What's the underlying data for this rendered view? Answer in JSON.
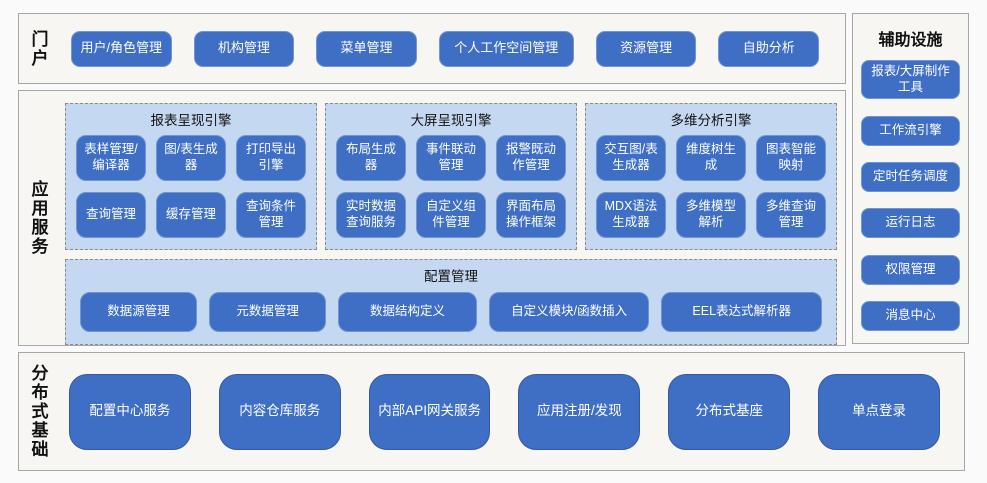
{
  "colors": {
    "button_blue": "#3e6fc4",
    "group_bg": "#c5d8f1",
    "section_bg": "#f7f6f2",
    "section_border": "#a6a6a6",
    "text_on_button": "#ffffff"
  },
  "portal": {
    "label": "门户",
    "items": [
      "用户/角色管理",
      "机构管理",
      "菜单管理",
      "个人工作空间管理",
      "资源管理",
      "自助分析"
    ]
  },
  "app_services": {
    "label": "应用服务",
    "groups": [
      {
        "title": "报表呈现引擎",
        "items": [
          "表样管理/编译器",
          "图/表生成器",
          "打印导出引擎",
          "查询管理",
          "缓存管理",
          "查询条件管理"
        ]
      },
      {
        "title": "大屏呈现引擎",
        "items": [
          "布局生成器",
          "事件联动管理",
          "报警既动作管理",
          "实时数据查询服务",
          "自定义组件管理",
          "界面布局操作框架"
        ]
      },
      {
        "title": "多维分析引擎",
        "items": [
          "交互图/表生成器",
          "维度树生成",
          "图表智能映射",
          "MDX语法生成器",
          "多维模型解析",
          "多维查询管理"
        ]
      }
    ],
    "config": {
      "title": "配置管理",
      "items": [
        "数据源管理",
        "元数据管理",
        "数据结构定义",
        "自定义模块/函数插入",
        "EEL表达式解析器"
      ]
    }
  },
  "auxiliary": {
    "label": "辅助设施",
    "items": [
      "报表/大屏制作工具",
      "工作流引擎",
      "定时任务调度",
      "运行日志",
      "权限管理",
      "消息中心"
    ]
  },
  "foundation": {
    "label": "分布式基础",
    "items": [
      "配置中心服务",
      "内容仓库服务",
      "内部API网关服务",
      "应用注册/发现",
      "分布式基座",
      "单点登录"
    ]
  }
}
